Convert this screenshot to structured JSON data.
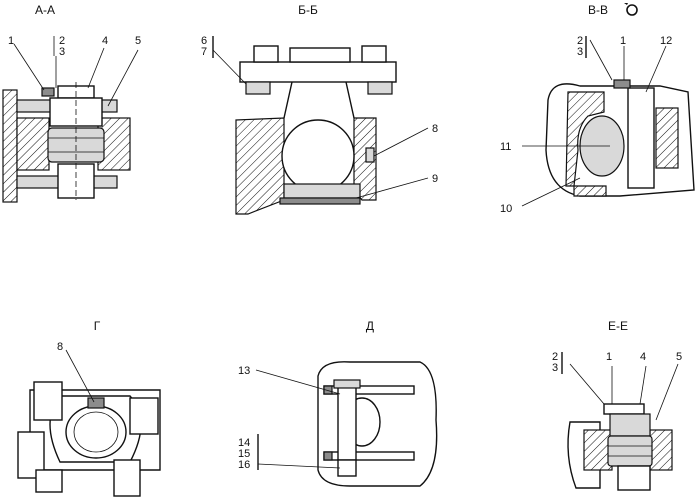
{
  "views": {
    "aa": {
      "title": "А-А",
      "callouts": [
        "1",
        "2",
        "3",
        "4",
        "5"
      ]
    },
    "bb": {
      "title": "Б-Б",
      "callouts": [
        "6",
        "7",
        "8",
        "9"
      ]
    },
    "vv": {
      "title": "В-В",
      "rotation_mark": "rotated-icon",
      "callouts": [
        "2",
        "3",
        "1",
        "12",
        "11",
        "10"
      ]
    },
    "g": {
      "title": "Г",
      "callouts": [
        "8"
      ]
    },
    "d": {
      "title": "Д",
      "callouts": [
        "13",
        "14",
        "15",
        "16"
      ]
    },
    "ee": {
      "title": "Е-Е",
      "callouts": [
        "2",
        "3",
        "1",
        "4",
        "5"
      ]
    }
  },
  "colors": {
    "line": "#111111",
    "section_fill": "#d9d9d9",
    "dark_fill": "#8c8c8c",
    "background": "#ffffff"
  }
}
